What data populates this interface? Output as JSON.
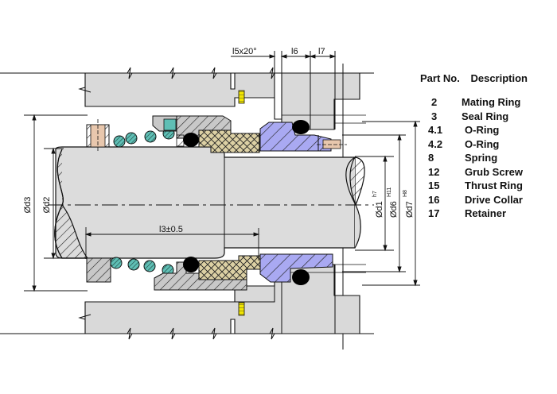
{
  "colors": {
    "housing": "#d9d9d9",
    "shaft": "#dcdcdc",
    "outline": "#111111",
    "mating_ring": "#a9a9f2",
    "seal_ring": "#dcd0a4",
    "drive_collar": "#c8c8c8",
    "spring": "#5fbfb5",
    "oring": "#000000",
    "grub_screw": "#e8c7ad",
    "retainer": "#5fbfb5",
    "anti_rotation_pin": "#f2e600"
  },
  "dimensions": {
    "l5": "l5x20°",
    "l6": "l6",
    "l7": "l7",
    "l3": "l3±0.5",
    "d3": "Ød3",
    "d2": "Ød2",
    "d1": "Ød1",
    "d1_tol": "h7",
    "d6": "Ød6",
    "d6_tol": "H11",
    "d7": "Ød7",
    "d7_tol": "H8"
  },
  "legend": {
    "header_part_no": "Part No.",
    "header_description": "Description",
    "parts": [
      {
        "no": "2",
        "description": "Mating Ring"
      },
      {
        "no": "3",
        "description": "Seal Ring"
      },
      {
        "no": "4.1",
        "description": "O-Ring"
      },
      {
        "no": "4.2",
        "description": "O-Ring"
      },
      {
        "no": "8",
        "description": "Spring"
      },
      {
        "no": "12",
        "description": "Grub Screw"
      },
      {
        "no": "15",
        "description": "Thrust Ring"
      },
      {
        "no": "16",
        "description": "Drive Collar"
      },
      {
        "no": "17",
        "description": "Retainer"
      }
    ]
  }
}
